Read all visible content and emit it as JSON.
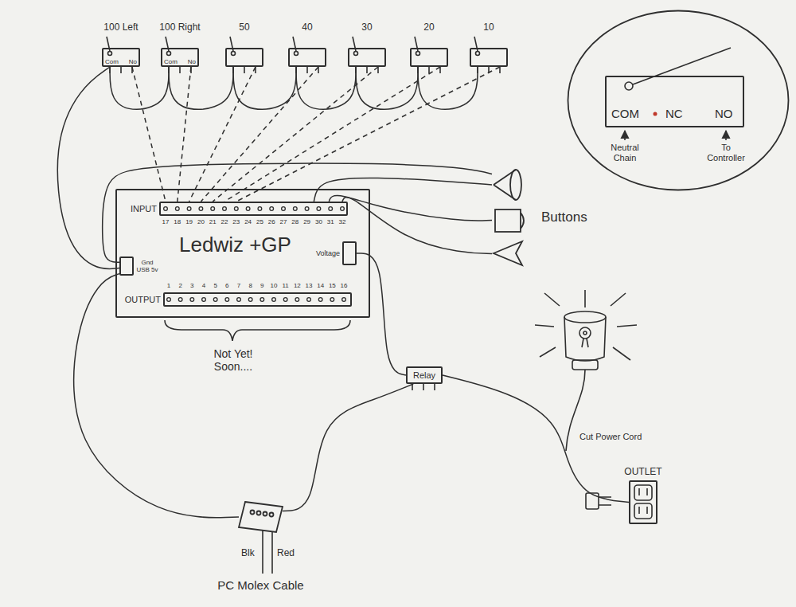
{
  "diagram": {
    "nodes": [
      {
        "text": [
          "100 Left",
          "Com",
          "No"
        ]
      },
      {
        "text": [
          "100 Right",
          "Com",
          "No"
        ]
      },
      {
        "text": [
          "50"
        ]
      },
      {
        "text": [
          "40"
        ]
      },
      {
        "text": [
          "30"
        ]
      },
      {
        "text": [
          "20"
        ]
      },
      {
        "text": [
          "10"
        ]
      },
      {
        "text": [
          "Neutral Chain",
          "To Controller"
        ]
      },
      {
        "text": [
          "COM",
          "NC",
          "NO"
        ],
        "in": 7
      },
      {
        "text": [
          "Ledwiz +GP"
        ]
      },
      {
        "text": [
          "INPUT"
        ],
        "in": 9
      },
      {
        "text": [
          "Gnd USB 5v"
        ],
        "in": 9
      },
      {
        "text": [
          "Voltage"
        ],
        "in": 9
      },
      {
        "text": [
          "OUTPUT"
        ],
        "in": 9
      },
      {
        "text": [
          "Buttons"
        ]
      },
      {
        "text": [
          "Relay"
        ]
      },
      {
        "text": [
          "PC Molex Cable"
        ]
      },
      {
        "text": [
          "OUTLET"
        ]
      }
    ],
    "edges": [
      {
        "from": 11,
        "to": 0,
        "arrow": "none"
      },
      {
        "from": 0,
        "to": 1,
        "arrow": "none"
      },
      {
        "from": 1,
        "to": 2,
        "arrow": "none"
      },
      {
        "from": 2,
        "to": 3,
        "arrow": "none"
      },
      {
        "from": 3,
        "to": 4,
        "arrow": "none"
      },
      {
        "from": 4,
        "to": 5,
        "arrow": "none"
      },
      {
        "from": 5,
        "to": 6,
        "arrow": "none"
      },
      {
        "from": 0,
        "to": 10,
        "arrow": "none"
      },
      {
        "from": 1,
        "to": 10,
        "arrow": "none"
      },
      {
        "from": 2,
        "to": 10,
        "arrow": "none"
      },
      {
        "from": 3,
        "to": 10,
        "arrow": "none"
      },
      {
        "from": 4,
        "to": 10,
        "arrow": "none"
      },
      {
        "from": 5,
        "to": 10,
        "arrow": "none"
      },
      {
        "from": 6,
        "to": 10,
        "arrow": "none"
      },
      {
        "from": 10,
        "to": 14,
        "arrow": "none"
      },
      {
        "from": 10,
        "to": 14,
        "arrow": "none"
      },
      {
        "from": 10,
        "to": 14,
        "arrow": "none"
      },
      {
        "from": 11,
        "to": 14,
        "arrow": "none"
      },
      {
        "from": 11,
        "to": 16,
        "arrow": "none"
      },
      {
        "from": 12,
        "to": 15,
        "arrow": "none"
      },
      {
        "from": 16,
        "to": 15,
        "arrow": "none"
      },
      {
        "from": 15,
        "to": 17,
        "label": "Cut Power Cord",
        "arrow": "none"
      }
    ],
    "labels": [
      "17",
      "18",
      "19",
      "20",
      "21",
      "22",
      "23",
      "24",
      "25",
      "26",
      "27",
      "28",
      "29",
      "30",
      "31",
      "32",
      "1",
      "2",
      "3",
      "4",
      "5",
      "6",
      "7",
      "8",
      "9",
      "10",
      "11",
      "12",
      "13",
      "14",
      "15",
      "16",
      "Not Yet! Soon....",
      "Blk",
      "Red"
    ]
  }
}
